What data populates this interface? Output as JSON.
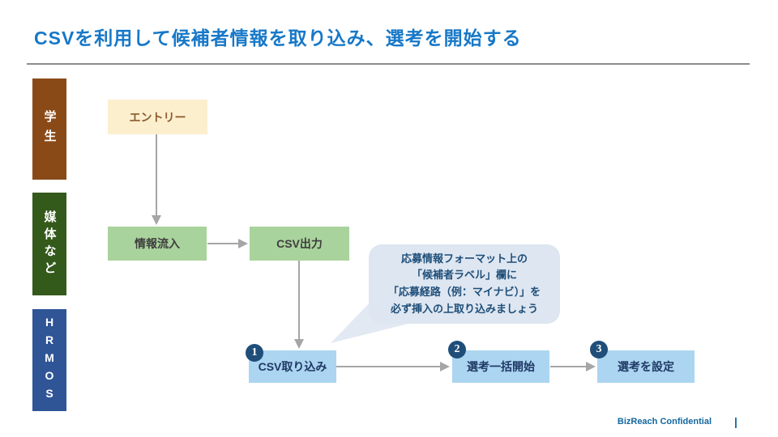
{
  "title": "CSVを利用して候補者情報を取り込み、選考を開始する",
  "lanes": [
    {
      "id": "students",
      "label": "学生",
      "color": "#8A4A18"
    },
    {
      "id": "media",
      "label": "媒体など",
      "color": "#33591B"
    },
    {
      "id": "hrmos",
      "label": "HRMOS",
      "color": "#2F5597"
    }
  ],
  "flow": {
    "entry": {
      "label": "エントリー"
    },
    "inflow": {
      "label": "情報流入"
    },
    "csv_export": {
      "label": "CSV出力"
    },
    "csv_import": {
      "label": "CSV取り込み",
      "step": "1"
    },
    "bulk_start": {
      "label": "選考一括開始",
      "step": "2"
    },
    "set_selection": {
      "label": "選考を設定",
      "step": "3"
    }
  },
  "callout": {
    "line1": "応募情報フォーマット上の",
    "line2": "「候補者ラベル」欄に",
    "line3": "「応募経路（例：マイナビ）」を",
    "line4": "必ず挿入の上取り込みましょう"
  },
  "footer": {
    "confidential": "BizReach Confidential",
    "divider": "|"
  },
  "colors": {
    "title_blue": "#1778C8",
    "lane_student_brown": "#8A4A18",
    "lane_media_green": "#33591B",
    "lane_hrmos_blue": "#2F5597",
    "node_cream_bg": "#FBEFCE",
    "node_cream_text": "#8C5B2E",
    "node_green_bg": "#A9D39C",
    "node_blue_bg": "#ABD5F0",
    "node_blue_text": "#1F3864",
    "badge_bg": "#1F4E79",
    "arrow_gray": "#A6A6A6",
    "callout_bg": "#DDE6F1",
    "callout_text": "#1F4E79",
    "footer_blue": "#12679E"
  }
}
